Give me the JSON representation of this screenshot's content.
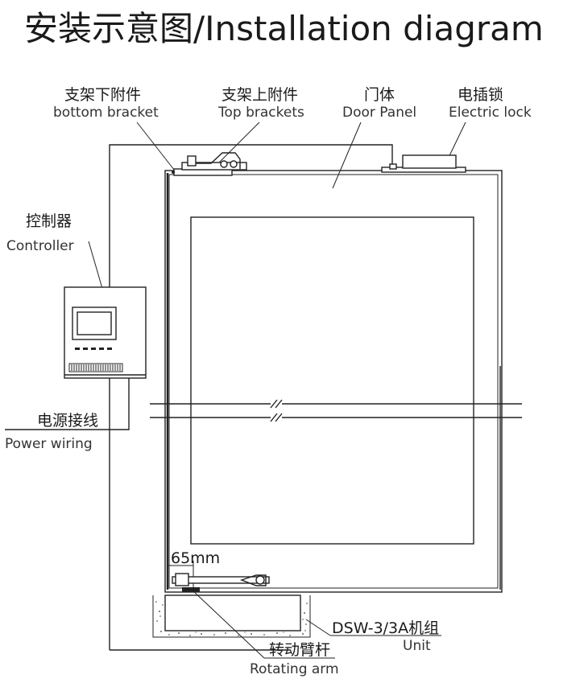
{
  "title": "安装示意图/Installation diagram",
  "labels": {
    "bottom_bracket_zh": "支架下附件",
    "bottom_bracket_en": "bottom bracket",
    "top_brackets_zh": "支架上附件",
    "top_brackets_en": "Top brackets",
    "door_panel_zh": "门体",
    "door_panel_en": "Door Panel",
    "electric_lock_zh": "电插锁",
    "electric_lock_en": "Electric lock",
    "controller_zh": "控制器",
    "controller_en": "Controller",
    "power_wiring_zh": "电源接线",
    "power_wiring_en": "Power wiring",
    "dimension": "65mm",
    "unit_model": "DSW-3/3A机组",
    "unit_en": "Unit",
    "rotating_arm_zh": "转动臂杆",
    "rotating_arm_en": "Rotating arm"
  },
  "colors": {
    "line": "#222222",
    "background": "#ffffff"
  }
}
